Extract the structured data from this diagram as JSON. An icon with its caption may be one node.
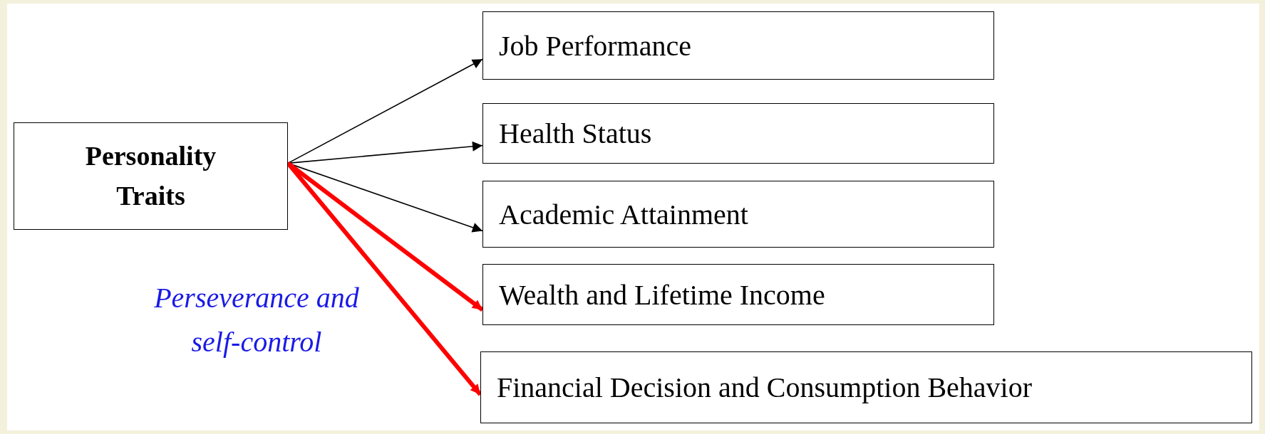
{
  "diagram": {
    "nodes": [
      {
        "text": [
          "Personality Traits"
        ]
      },
      {
        "text": [
          "Job Performance"
        ]
      },
      {
        "text": [
          "Health Status"
        ]
      },
      {
        "text": [
          "Academic Attainment"
        ]
      },
      {
        "text": [
          "Wealth and Lifetime Income"
        ]
      },
      {
        "text": [
          "Financial Decision and Consumption Behavior"
        ]
      }
    ],
    "edges": [
      {
        "from": 0,
        "to": 1,
        "arrow": "to"
      },
      {
        "from": 0,
        "to": 2,
        "arrow": "to"
      },
      {
        "from": 0,
        "to": 3,
        "arrow": "to"
      },
      {
        "from": 0,
        "to": 4,
        "arrow": "to",
        "style": "thick",
        "color": "#ff0000"
      },
      {
        "from": 0,
        "to": 5,
        "arrow": "to",
        "style": "thick",
        "color": "#ff0000"
      }
    ],
    "labels": [
      "Perseverance and self-control"
    ]
  }
}
